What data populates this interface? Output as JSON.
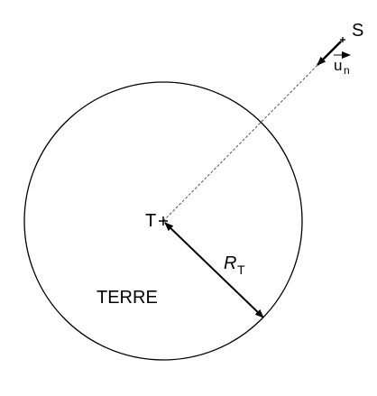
{
  "labels": {
    "satellite": "S",
    "earth_center": "T",
    "earth_name": "TERRE",
    "radius_symbol": "R",
    "radius_subscript": "T",
    "unit_vector_base": "u",
    "unit_vector_subscript": "n"
  },
  "colors": {
    "stroke": "#000000",
    "dashed_line": "#555555",
    "background": "#ffffff"
  }
}
